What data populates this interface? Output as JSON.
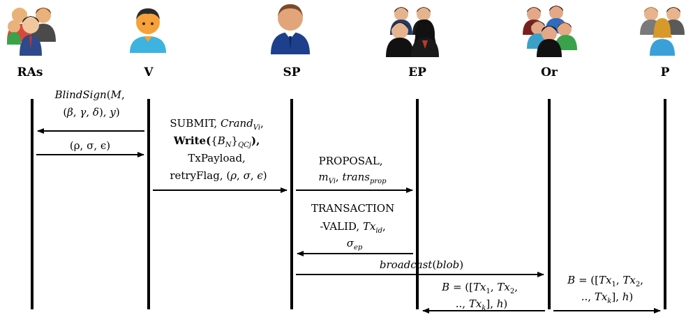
{
  "participants": [
    {
      "id": "ras",
      "label": "RAs",
      "icon": "group-of-four-users-icon"
    },
    {
      "id": "v",
      "label": "V",
      "icon": "single-user-icon"
    },
    {
      "id": "sp",
      "label": "SP",
      "icon": "businessman-icon"
    },
    {
      "id": "ep",
      "label": "EP",
      "icon": "group-of-four-business-users-icon"
    },
    {
      "id": "or",
      "label": "Or",
      "icon": "group-of-five-users-icon"
    },
    {
      "id": "p",
      "label": "P",
      "icon": "group-of-three-users-icon"
    }
  ],
  "messages": [
    {
      "id": "blindsign",
      "from": "v",
      "to": "ras",
      "lines": [
        "BlindSign(M,",
        "(β, γ, δ), y)"
      ]
    },
    {
      "id": "rho-sigma-eps",
      "from": "ras",
      "to": "v",
      "lines": [
        "(ρ, σ, ϵ)"
      ]
    },
    {
      "id": "submit",
      "from": "v",
      "to": "sp",
      "lines": [
        "SUBMIT, Crand",
        "Write({B",
        "TxPayload,",
        "retryFlag, (ρ, σ, ϵ)"
      ],
      "sub": [
        "Vi",
        "N",
        "QCj"
      ]
    },
    {
      "id": "proposal",
      "from": "sp",
      "to": "ep",
      "lines": [
        "PROPOSAL,",
        "m",
        ", trans"
      ],
      "sub": [
        "Vi",
        "prop"
      ]
    },
    {
      "id": "transaction-valid",
      "from": "ep",
      "to": "sp",
      "lines": [
        "TRANSACTION",
        "-VALID, Tx",
        "σ"
      ],
      "sub": [
        "id",
        "ep"
      ]
    },
    {
      "id": "broadcast",
      "from": "sp",
      "to": "or",
      "lines": [
        "broadcast(blob)"
      ]
    },
    {
      "id": "block-ep",
      "from": "or",
      "to": "ep",
      "lines": [
        "B = ([Tx",
        "1",
        ", Tx",
        "2",
        ",",
        "..,Tx",
        "k",
        "], h)"
      ]
    },
    {
      "id": "block-p",
      "from": "or",
      "to": "p",
      "lines": [
        "B = ([Tx",
        "1",
        ", Tx",
        "2",
        ",",
        "..,Tx",
        "k",
        "], h)"
      ]
    }
  ]
}
